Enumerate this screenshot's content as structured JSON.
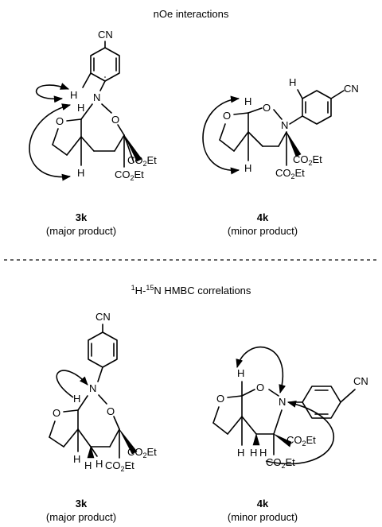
{
  "top_section": {
    "title": "nOe interactions"
  },
  "bottom_section": {
    "title_sup1": "1",
    "title_mid": "H-",
    "title_sup2": "15",
    "title_rest": "N HMBC correlations"
  },
  "atoms": {
    "cn": "CN",
    "n": "N",
    "o": "O",
    "h": "H",
    "co2et_a": "CO",
    "co2et_sub": "2",
    "co2et_b": "Et"
  },
  "captions": {
    "major_label": "3k",
    "major_text": "(major product)",
    "minor_label": "4k",
    "minor_text": "(minor product)"
  },
  "colors": {
    "ink": "#000000",
    "divider": "#333333"
  }
}
